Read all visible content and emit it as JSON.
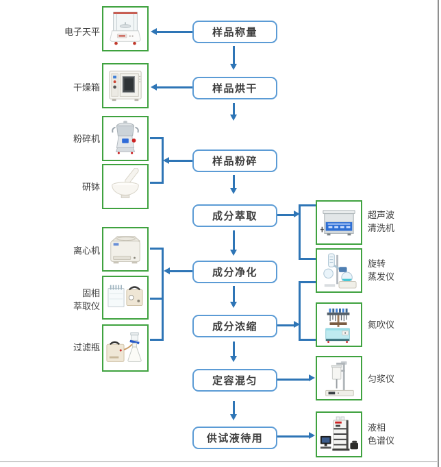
{
  "colors": {
    "process_box_border": "#5b9bd5",
    "arrow_blue": "#2e75b6",
    "equipment_box_border": "#3fa23f",
    "text": "#3d3d3d"
  },
  "steps": [
    {
      "label": "样品称量"
    },
    {
      "label": "样品烘干"
    },
    {
      "label": "样品粉碎"
    },
    {
      "label": "成分萃取"
    },
    {
      "label": "成分净化"
    },
    {
      "label": "成分浓缩"
    },
    {
      "label": "定容混匀"
    },
    {
      "label": "供试液待用"
    }
  ],
  "left_equipment": [
    {
      "name": "electronic-balance",
      "label_lines": [
        "电子天平"
      ]
    },
    {
      "name": "drying-oven",
      "label_lines": [
        "干燥箱"
      ]
    },
    {
      "name": "grinder",
      "label_lines": [
        "粉碎机"
      ]
    },
    {
      "name": "mortar",
      "label_lines": [
        "研钵"
      ]
    },
    {
      "name": "centrifuge",
      "label_lines": [
        "离心机"
      ]
    },
    {
      "name": "solid-phase-extractor",
      "label_lines": [
        "固相",
        "萃取仪"
      ]
    },
    {
      "name": "filter-flask",
      "label_lines": [
        "过滤瓶"
      ]
    }
  ],
  "right_equipment": [
    {
      "name": "ultrasonic-cleaner",
      "label_lines": [
        "超声波",
        "清洗机"
      ]
    },
    {
      "name": "rotary-evaporator",
      "label_lines": [
        "旋转",
        "蒸发仪"
      ]
    },
    {
      "name": "nitrogen-evaporator",
      "label_lines": [
        "氮吹仪"
      ]
    },
    {
      "name": "homogenizer",
      "label_lines": [
        "匀浆仪"
      ]
    },
    {
      "name": "hplc",
      "label_lines": [
        "液相",
        "色谱仪"
      ]
    }
  ]
}
